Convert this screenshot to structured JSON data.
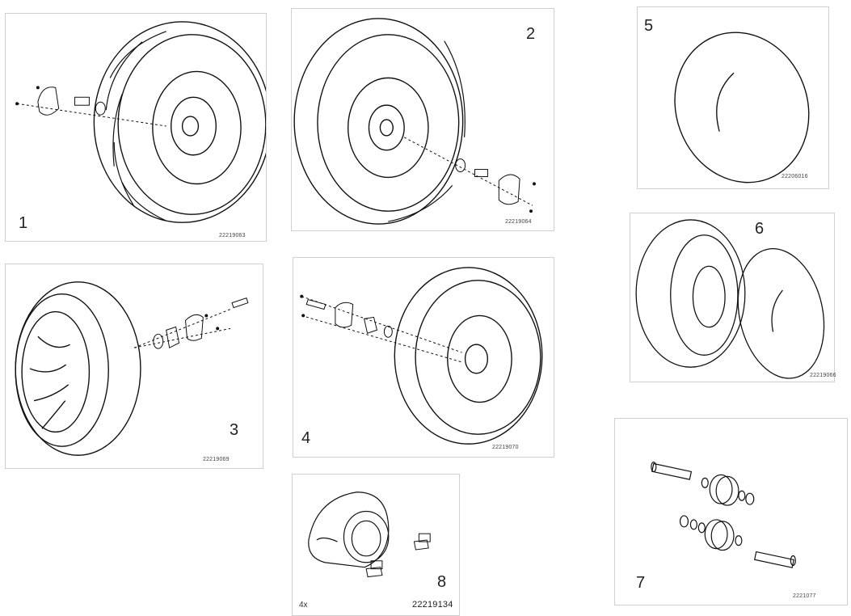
{
  "panels": [
    {
      "id": "p1",
      "number": "1",
      "code": "22219063"
    },
    {
      "id": "p2",
      "number": "2",
      "code": "22219064"
    },
    {
      "id": "p3",
      "number": "3",
      "code": "22219069"
    },
    {
      "id": "p4",
      "number": "4",
      "code": "22219070"
    },
    {
      "id": "p5",
      "number": "5",
      "code": "22206016"
    },
    {
      "id": "p6",
      "number": "6",
      "code": "22219066"
    },
    {
      "id": "p7",
      "number": "7",
      "code": "2221077"
    },
    {
      "id": "p8",
      "number": "8",
      "code": "22219134",
      "quantity": "4x"
    }
  ],
  "icons": [
    "wheel-assembly-icon",
    "inner-tube-icon",
    "hub-cap-icon",
    "axle-bearing-icon",
    "screw-icon"
  ]
}
